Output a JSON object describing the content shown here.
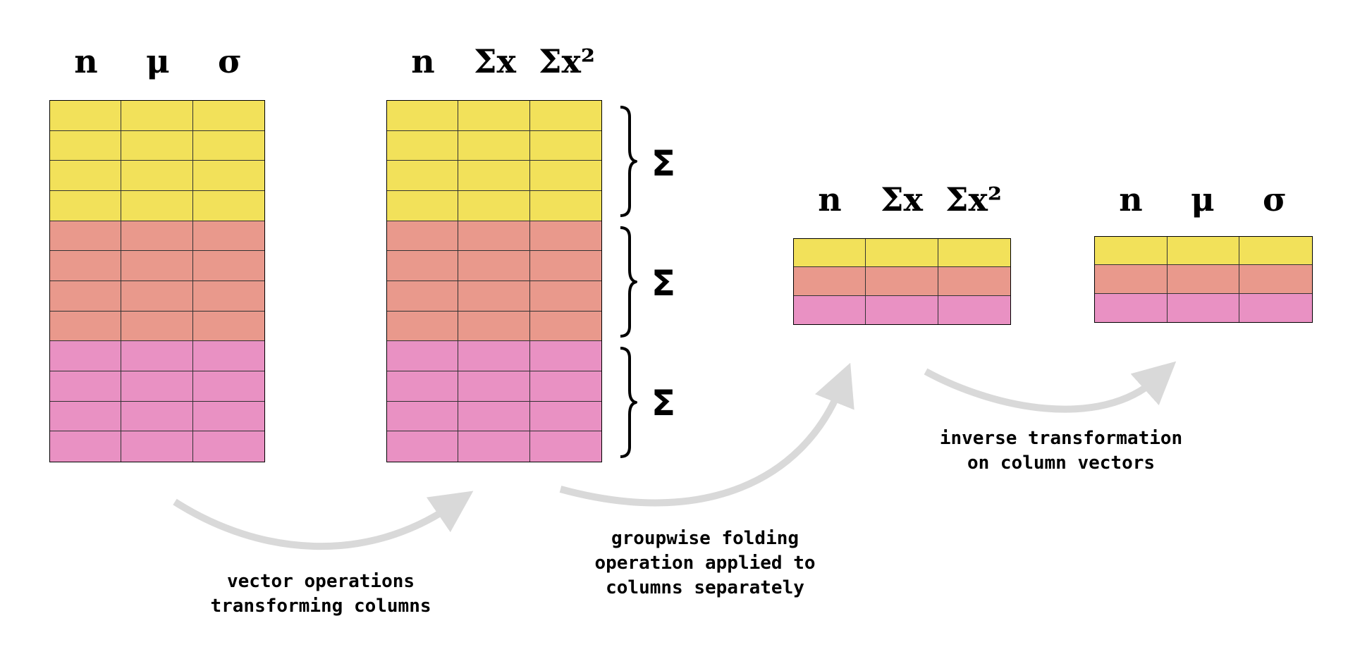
{
  "colors": {
    "group1": "#f2e15a",
    "group2": "#e9998c",
    "group3": "#e991c3",
    "arrow": "#d9d9d9",
    "grid": "#333333"
  },
  "tables": [
    {
      "headers": [
        "n",
        "μ",
        "σ"
      ],
      "row_groups": [
        4,
        4,
        4
      ]
    },
    {
      "headers": [
        "n",
        "Σx",
        "Σx²"
      ],
      "row_groups": [
        4,
        4,
        4
      ]
    },
    {
      "headers": [
        "n",
        "Σx",
        "Σx²"
      ],
      "row_groups": [
        1,
        1,
        1
      ]
    },
    {
      "headers": [
        "n",
        "μ",
        "σ"
      ],
      "row_groups": [
        1,
        1,
        1
      ]
    }
  ],
  "sigma_labels": [
    "Σ",
    "Σ",
    "Σ"
  ],
  "captions": [
    {
      "lines": [
        "vector operations",
        "transforming columns"
      ]
    },
    {
      "lines": [
        "groupwise folding",
        "operation applied to",
        "columns separately"
      ]
    },
    {
      "lines": [
        "inverse transformation",
        "on column vectors"
      ]
    }
  ]
}
